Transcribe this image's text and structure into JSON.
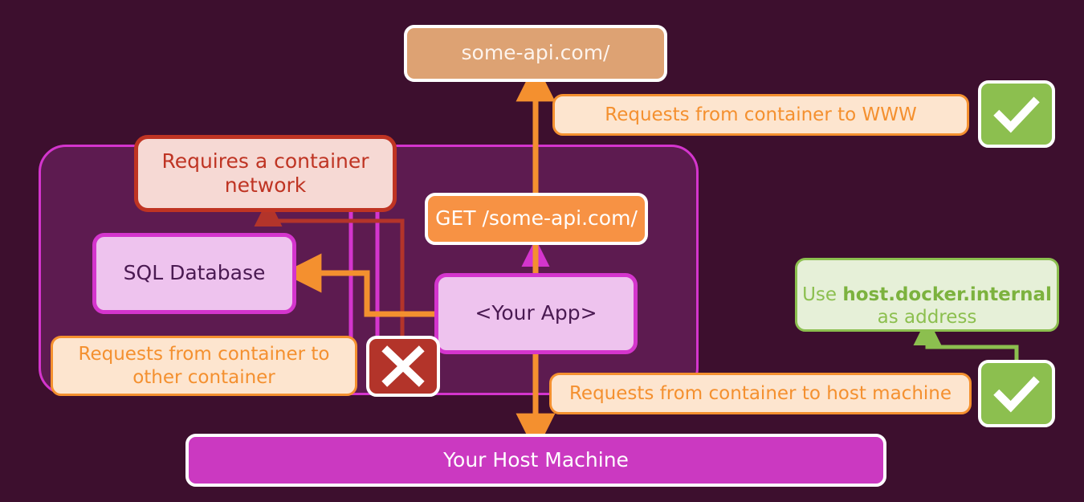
{
  "diagram": {
    "title": "Docker container networking",
    "background_color": "#3d0f2e",
    "network_region": {
      "label": "container-network-boundary",
      "border_color": "#d435cd",
      "fill_color": "#5d1b50"
    }
  },
  "nodes": {
    "api": {
      "label": "some-api.com/",
      "fill": "#dda273",
      "text_color": "#fdf3ec"
    },
    "requests_www": {
      "label": "Requests from container to WWW",
      "fill": "#fde5cf",
      "border": "#f4902f",
      "text_color": "#f4902f"
    },
    "check_www": {
      "label": "check-mark",
      "fill": "#8cbf4f"
    },
    "requires_network": {
      "label": "Requires a container\nnetwork",
      "fill": "#f6d9d4",
      "border": "#bf3423",
      "text_color": "#bf3423"
    },
    "get_request": {
      "label": "GET /some-api.com/",
      "fill": "#f79244",
      "text_color": "#ffffff"
    },
    "sql_database": {
      "label": "SQL Database",
      "fill": "#eec3ee",
      "border": "#d435cd",
      "text_color": "#4a1a52"
    },
    "your_app": {
      "label": "<Your App>",
      "fill": "#eec3ee",
      "border": "#d435cd",
      "text_color": "#4a1a52"
    },
    "requests_other_container": {
      "label": "Requests from container to\nother container",
      "fill": "#fde5cf",
      "border": "#f4902f",
      "text_color": "#f4902f"
    },
    "cross_other_container": {
      "label": "cross-mark",
      "fill": "#b3342a"
    },
    "host_docker_internal": {
      "prefix": "Use ",
      "strong": "host.docker.internal",
      "suffix": "as address",
      "fill": "#e6f0d8",
      "border": "#8cbf4f",
      "text_color": "#8cbf4f"
    },
    "requests_host_machine": {
      "label": "Requests from container to host machine",
      "fill": "#fde5cf",
      "border": "#f4902f",
      "text_color": "#f4902f"
    },
    "check_host": {
      "label": "check-mark",
      "fill": "#8cbf4f"
    },
    "host_machine": {
      "label": "Your Host Machine",
      "fill": "#cb39c1",
      "text_color": "#ffffff"
    }
  },
  "edges": [
    {
      "name": "app-to-www",
      "color": "#f4902f",
      "from": "your_app",
      "to": "api"
    },
    {
      "name": "app-to-sql-blocked",
      "color": "#f4902f",
      "from": "your_app",
      "to": "sql_database"
    },
    {
      "name": "requires-network-pointer",
      "color": "#bf3423",
      "from": "cross_other_container",
      "to": "requires_network"
    },
    {
      "name": "app-to-host-machine",
      "color": "#f4902f",
      "from": "your_app",
      "to": "host_machine"
    },
    {
      "name": "check-to-host-docker-internal",
      "color": "#8cbf4f",
      "from": "check_host",
      "to": "host_docker_internal"
    },
    {
      "name": "network-link-a",
      "color": "#d435cd",
      "from": "requires_network",
      "to": "network_region"
    },
    {
      "name": "network-link-b",
      "color": "#d435cd",
      "from": "requires_network",
      "to": "network_region"
    }
  ]
}
